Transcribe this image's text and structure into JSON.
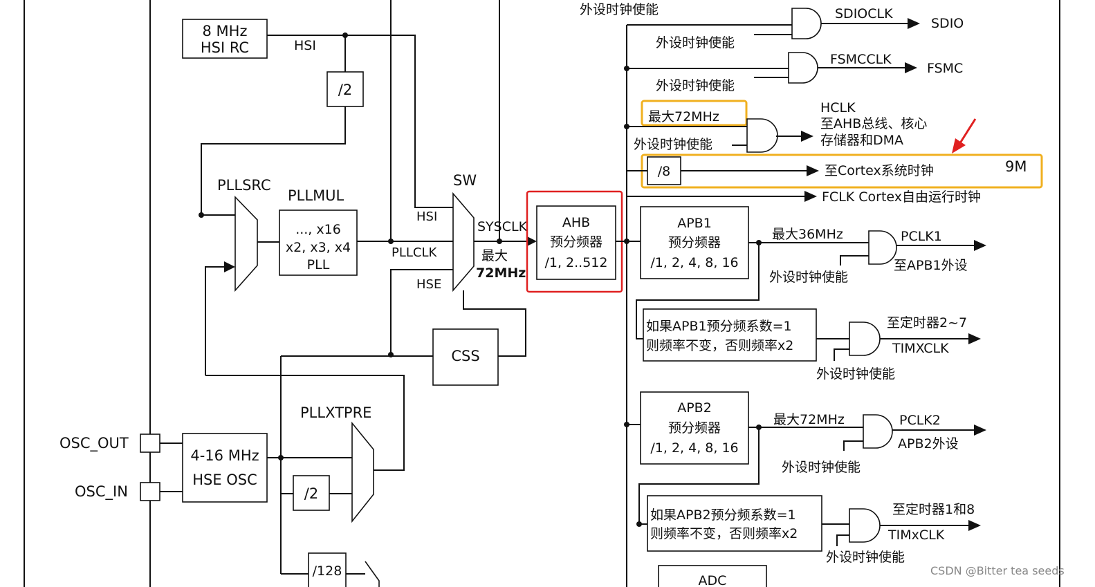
{
  "labels": {
    "hsi_rc": [
      "8 MHz",
      "HSI RC"
    ],
    "hsi": "HSI",
    "div2_top": "/2",
    "pllsrc": "PLLSRC",
    "pllmul": "PLLMUL",
    "pll": [
      "..., x16",
      "x2, x3, x4",
      "PLL"
    ],
    "sw": "SW",
    "sw_hsi": "HSI",
    "sw_pllclk": "PLLCLK",
    "sw_hse": "HSE",
    "sysclk": "SYSCLK",
    "sysclk_max": [
      "最大",
      "72MHz"
    ],
    "ahb": [
      "AHB",
      "预分频器",
      "/1, 2..512"
    ],
    "css": "CSS",
    "pllxtpre": "PLLXTPRE",
    "osc_out": "OSC_OUT",
    "osc_in": "OSC_IN",
    "hse_osc": [
      "4-16 MHz",
      "HSE OSC"
    ],
    "div2_hse": "/2",
    "div128": "/128",
    "top_enable": "外设时钟使能",
    "enable": "外设时钟使能",
    "sdioclk": "SDIOCLK",
    "sdio": "SDIO",
    "fsmcclk": "FSMCCLK",
    "fsmc": "FSMC",
    "hclk_max": "最大72MHz",
    "hclk": [
      "HCLK",
      "至AHB总线、核心",
      "存储器和DMA"
    ],
    "div8": "/8",
    "cortex_timer": "至Cortex系统时钟",
    "annotation_9m": "9M",
    "fclk": "FCLK Cortex自由运行时钟",
    "apb1": [
      "APB1",
      "预分频器",
      "/1, 2, 4, 8, 16"
    ],
    "apb1_max": "最大36MHz",
    "pclk1": "PCLK1",
    "pclk1_dest": "至APB1外设",
    "apb1_cond": [
      "如果APB1预分频系数=1",
      "则频率不变，否则频率x2"
    ],
    "tim27": "至定时器2~7",
    "timxclk1": "TIMXCLK",
    "apb2": [
      "APB2",
      "预分频器",
      "/1, 2, 4, 8, 16"
    ],
    "apb2_max": "最大72MHz",
    "pclk2": "PCLK2",
    "pclk2_dest": "APB2外设",
    "apb2_cond": [
      "如果APB2预分频系数=1",
      "则频率不变，否则频率x2"
    ],
    "tim18": "至定时器1和8",
    "timxclk2": "TIMxCLK",
    "adc": "ADC",
    "watermark": "CSDN @Bitter tea seeds"
  },
  "colors": {
    "line": "#111111",
    "highlight_red": "#e02020",
    "highlight_orange": "#f0b020",
    "arrow_red": "#e02020"
  }
}
